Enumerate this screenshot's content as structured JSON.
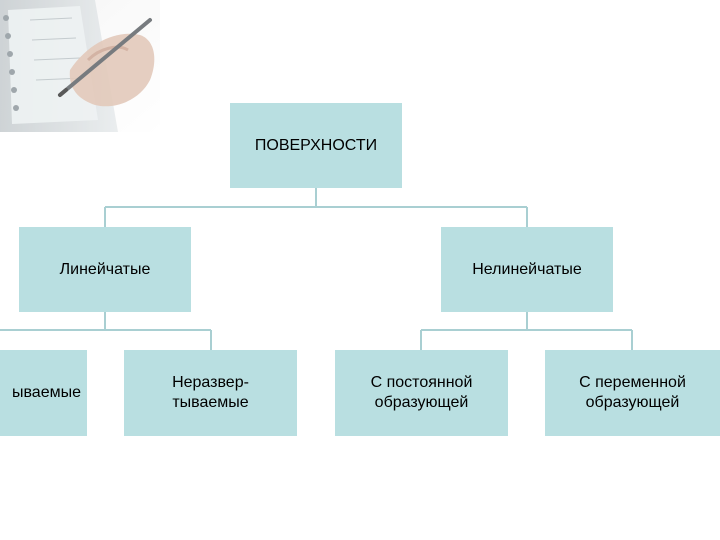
{
  "diagram": {
    "root": {
      "label": "ПОВЕРХНОСТИ"
    },
    "level1": [
      {
        "label": "Линейчатые"
      },
      {
        "label": "Нелинейчатые"
      }
    ],
    "level2": [
      {
        "label": "ываемые"
      },
      {
        "label": "Неразвер-\nтываемые"
      },
      {
        "label": "С постоянной\nобразующей"
      },
      {
        "label": "С переменной\nобразующей"
      }
    ]
  },
  "colors": {
    "node_fill": "#b9dfe1",
    "connector": "#a9cfd2",
    "background": "#ffffff"
  }
}
